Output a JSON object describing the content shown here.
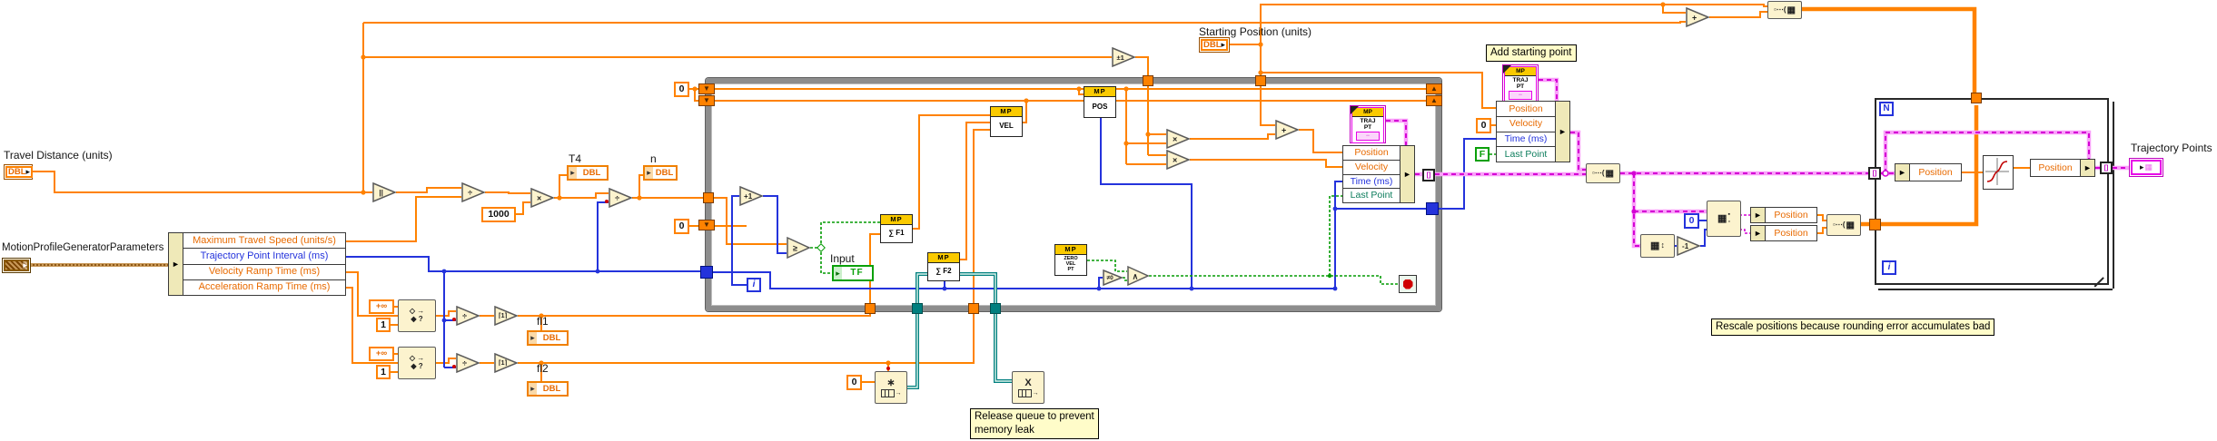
{
  "colors": {
    "orange": "#FF8200",
    "orange_thick": "#FF8200",
    "orange_text": "#E86A00",
    "blue": "#2433DC",
    "green": "#049B04",
    "green_text": "#0C7D5C",
    "teal": "#007F7F",
    "magenta": "#D400D4",
    "magenta_pale": "#F9A0F9",
    "brown": "#7A4300",
    "brown_pale": "#C89858",
    "node_fill": "#FCF3CE",
    "node_border": "#5A5A5A",
    "loop_gray": "#8D8D8D",
    "label_bg": "#FFFCC9",
    "gold": "#FACA00",
    "red": "#D00000"
  },
  "labels": {
    "travel_distance": "Travel Distance (units)",
    "parameters": "MotionProfileGeneratorParameters",
    "starting_position": "Starting Position (units)",
    "t4": "T4",
    "n": "n",
    "fl1": "fl1",
    "fl2": "fl2",
    "input": "Input",
    "trajectory_points": "Trajectory Points",
    "add_starting_point": "Add starting point",
    "release_queue": "Release queue to prevent\nmemory leak",
    "rescale": "Rescale positions because rounding error accumulates bad"
  },
  "terminals": {
    "dbl": "DBL",
    "tf": "TF"
  },
  "param_fields": [
    "Maximum Travel Speed (units/s)",
    "Trajectory Point Interval (ms)",
    "Velocity Ramp Time (ms)",
    "Acceleration Ramp Time (ms)"
  ],
  "cluster_fields": [
    "Position",
    "Velocity",
    "Time (ms)",
    "Last Point"
  ],
  "position_field": "Position",
  "constants": {
    "thousand": "1000",
    "one": "1",
    "zero": "0",
    "plus_infinity": "+∞",
    "false": "F",
    "for_count": "N",
    "iteration": "i"
  },
  "subvis": {
    "header": "MP",
    "vel": "VEL",
    "pos": "POS",
    "sum_f1": "∑ F1",
    "sum_f2": "∑ F2",
    "zero_vel_pt": "ZERO\nVEL\nPT",
    "traj_pt": "TRAJ\nPT"
  },
  "operators": {
    "absolute": "||",
    "divide": "÷",
    "multiply": "×",
    "add": "+",
    "increment": "+1",
    "decrement": "-1",
    "greater_equal": "≥",
    "not_equal_zero": "≠0",
    "and": "∧",
    "sign": "±1",
    "round_up": "⌈1⌉"
  },
  "icons": {
    "sr_down": "▼",
    "sr_up": "▲",
    "unbundle_arrow": "►",
    "bundle_arrow": "►",
    "terminal_arrow": "▸",
    "index_tunnel": "[]",
    "obtain_queue": "∗",
    "release_queue": "X",
    "array_grid": "▦",
    "build_left": "▫⋯(",
    "index_rows": "▪\n▫",
    "array_size": "↕",
    "irc_top": "◇ →",
    "irc_bottom": "◆ ?",
    "queue_arrow": "→",
    "cluster_mini": "▫▫"
  }
}
